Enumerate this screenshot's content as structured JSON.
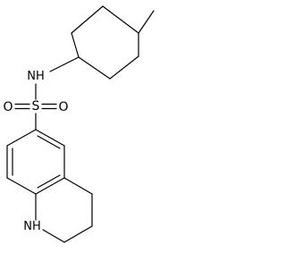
{
  "molecule": {
    "atom_labels": {
      "nh_amide": "NH",
      "sulfur": "S",
      "oxygen_left": "O",
      "oxygen_right": "O",
      "nh_ring": "NH",
      "nh_ring_h": "H"
    },
    "line_color": "#000000",
    "background_color": "#ffffff"
  }
}
